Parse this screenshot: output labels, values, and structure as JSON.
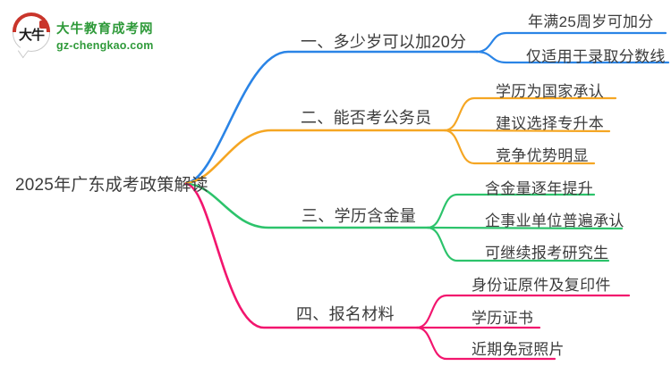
{
  "logo": {
    "mark_text": "大牛",
    "brand_name": "大牛教育成考网",
    "brand_url": "gz-chengkao.com"
  },
  "center": {
    "title": "2025年广东成考政策解读"
  },
  "branches": [
    {
      "label": "一、多少岁可以加20分",
      "color": "#2a84e6",
      "children": [
        "年满25周岁可加分",
        "仅适用于录取分数线"
      ]
    },
    {
      "label": "二、能否考公务员",
      "color": "#f5a623",
      "children": [
        "学历为国家承认",
        "建议选择专升本",
        "竞争优势明显"
      ]
    },
    {
      "label": "三、学历含金量",
      "color": "#2cc36b",
      "children": [
        "含金量逐年提升",
        "企事业单位普遍承认",
        "可继续报考研究生"
      ]
    },
    {
      "label": "四、报名材料",
      "color": "#f2156e",
      "children": [
        "身份证原件及复印件",
        "学历证书",
        "近期免冠照片"
      ]
    }
  ],
  "colors": {
    "brand": "#2f9a3a",
    "text": "#3c3c3c",
    "blue": "#2a84e6",
    "orange": "#f5a623",
    "green": "#2cc36b",
    "pink": "#f2156e"
  }
}
